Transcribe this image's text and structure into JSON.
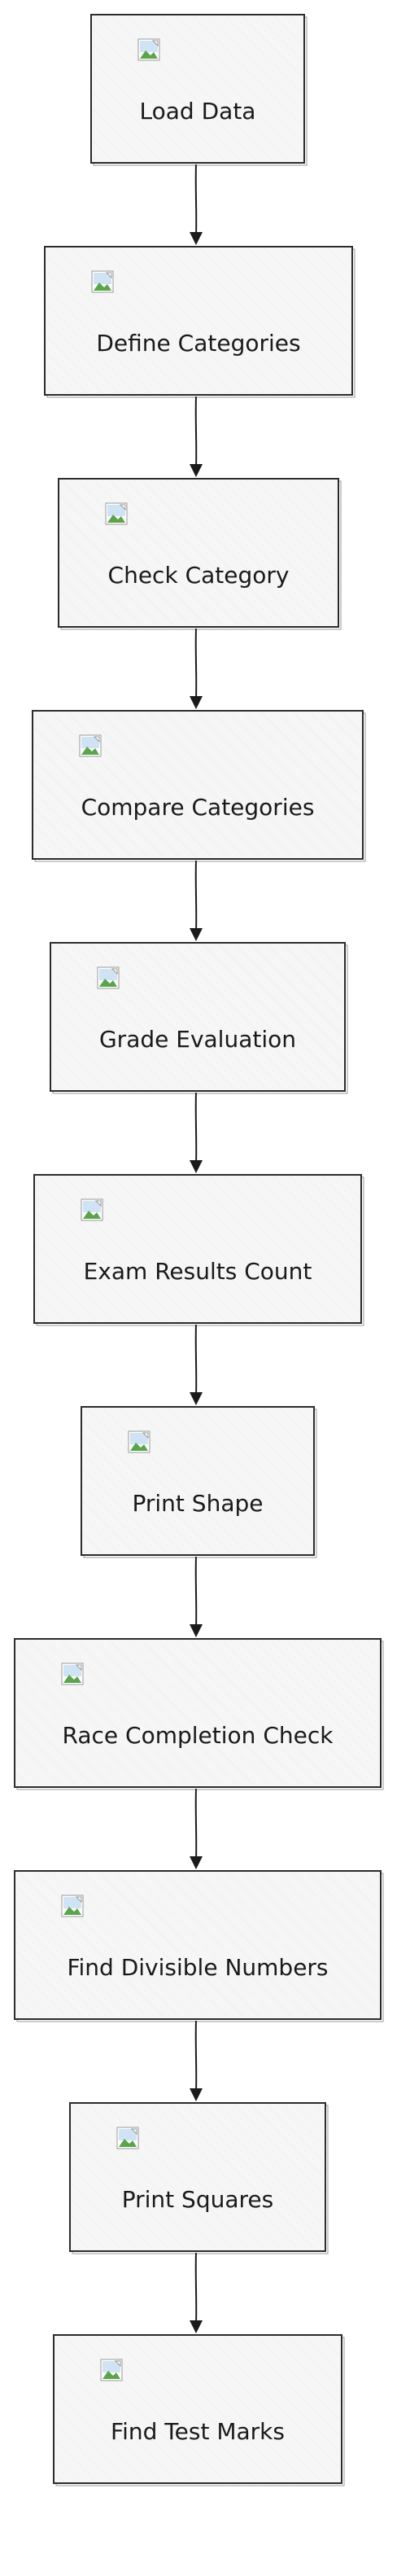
{
  "diagram": {
    "nodes": [
      {
        "id": "load-data",
        "label": "Load Data",
        "icon": "broken-image-icon"
      },
      {
        "id": "define-categories",
        "label": "Define Categories",
        "icon": "broken-image-icon"
      },
      {
        "id": "check-category",
        "label": "Check Category",
        "icon": "broken-image-icon"
      },
      {
        "id": "compare-categories",
        "label": "Compare Categories",
        "icon": "broken-image-icon"
      },
      {
        "id": "grade-evaluation",
        "label": "Grade Evaluation",
        "icon": "broken-image-icon"
      },
      {
        "id": "exam-results-count",
        "label": "Exam Results Count",
        "icon": "broken-image-icon"
      },
      {
        "id": "print-shape",
        "label": "Print Shape",
        "icon": "broken-image-icon"
      },
      {
        "id": "race-completion-check",
        "label": "Race Completion Check",
        "icon": "broken-image-icon"
      },
      {
        "id": "find-divisible-numbers",
        "label": "Find Divisible Numbers",
        "icon": "broken-image-icon"
      },
      {
        "id": "print-squares",
        "label": "Print Squares",
        "icon": "broken-image-icon"
      },
      {
        "id": "find-test-marks",
        "label": "Find Test Marks",
        "icon": "broken-image-icon"
      }
    ],
    "edges": [
      {
        "from": "load-data",
        "to": "define-categories"
      },
      {
        "from": "define-categories",
        "to": "check-category"
      },
      {
        "from": "check-category",
        "to": "compare-categories"
      },
      {
        "from": "compare-categories",
        "to": "grade-evaluation"
      },
      {
        "from": "grade-evaluation",
        "to": "exam-results-count"
      },
      {
        "from": "exam-results-count",
        "to": "print-shape"
      },
      {
        "from": "print-shape",
        "to": "race-completion-check"
      },
      {
        "from": "race-completion-check",
        "to": "find-divisible-numbers"
      },
      {
        "from": "find-divisible-numbers",
        "to": "print-squares"
      },
      {
        "from": "print-squares",
        "to": "find-test-marks"
      }
    ]
  }
}
